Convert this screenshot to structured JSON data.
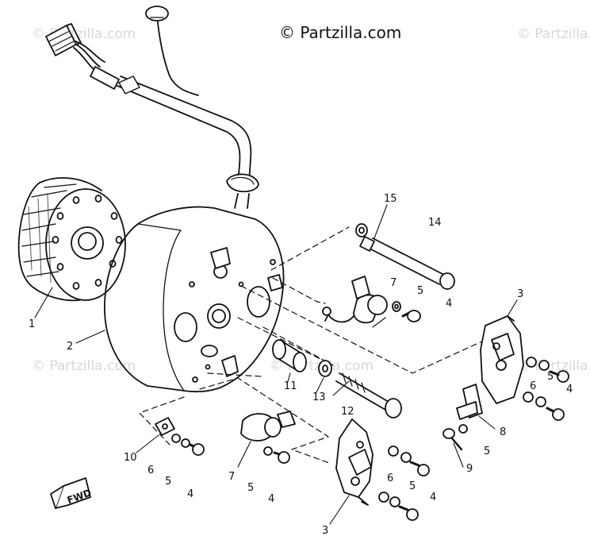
{
  "watermarks": {
    "main": "© Partzilla.com",
    "faint": "© Partzilla.com"
  },
  "fwd_label": "FWD",
  "callouts": {
    "c1": "1",
    "c2": "2",
    "c3a": "3",
    "c3b": "3",
    "c4a": "4",
    "c4b": "4",
    "c4c": "4",
    "c4d": "4",
    "c5a": "5",
    "c5b": "5",
    "c5c": "5",
    "c5d": "5",
    "c5e": "5",
    "c5f": "5",
    "c6a": "6",
    "c6b": "6",
    "c6c": "6",
    "c7a": "7",
    "c7b": "7",
    "c8": "8",
    "c9": "9",
    "c10": "10",
    "c11": "11",
    "c12": "12",
    "c13": "13",
    "c14": "14",
    "c15": "15"
  }
}
